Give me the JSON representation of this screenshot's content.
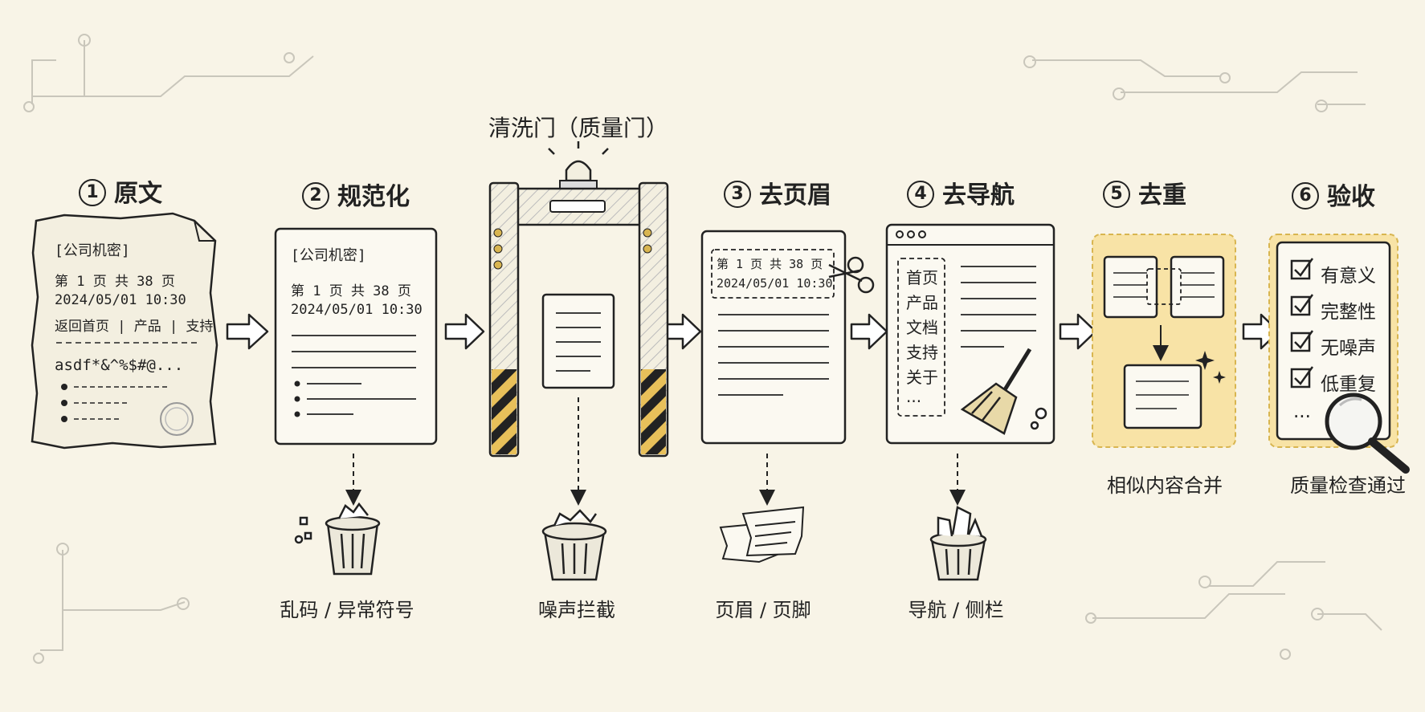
{
  "gate_label": "清洗门（质量门）",
  "steps": [
    {
      "num": "1",
      "label": "原文"
    },
    {
      "num": "2",
      "label": "规范化"
    },
    {
      "num": "3",
      "label": "去页眉"
    },
    {
      "num": "4",
      "label": "去导航"
    },
    {
      "num": "5",
      "label": "去重"
    },
    {
      "num": "6",
      "label": "验收"
    }
  ],
  "raw_doc": {
    "confidential": "[公司机密]",
    "page": "第 1 页  共 38 页",
    "date": "2024/05/01  10:30",
    "nav": "返回首页 | 产品 | 支持",
    "garbage": "asdf*&^%$#@..."
  },
  "normalized_doc": {
    "confidential": "[公司机密]",
    "page": "第 1 页  共 38 页",
    "date": "2024/05/01  10:30"
  },
  "header_doc": {
    "page": "第 1 页  共 38 页",
    "date": "2024/05/01  10:30"
  },
  "nav_menu": [
    "首页",
    "产品",
    "文档",
    "支持",
    "关于",
    "..."
  ],
  "checklist": [
    "有意义",
    "完整性",
    "无噪声",
    "低重复",
    "..."
  ],
  "captions": {
    "normalize": "乱码 / 异常符号",
    "gate": "噪声拦截",
    "header": "页眉 / 页脚",
    "nav": "导航 / 侧栏",
    "dedup": "相似内容合并",
    "accept": "质量检查通过"
  },
  "colors": {
    "background": "#f8f4e7",
    "ink": "#222222",
    "highlight": "#f8e3a6"
  },
  "icons": [
    "arrow-right-icon",
    "trash-bin-icon",
    "scissors-icon",
    "broom-icon",
    "magnifier-icon",
    "checkbox-icon",
    "alarm-light-icon",
    "sparkle-icon"
  ]
}
